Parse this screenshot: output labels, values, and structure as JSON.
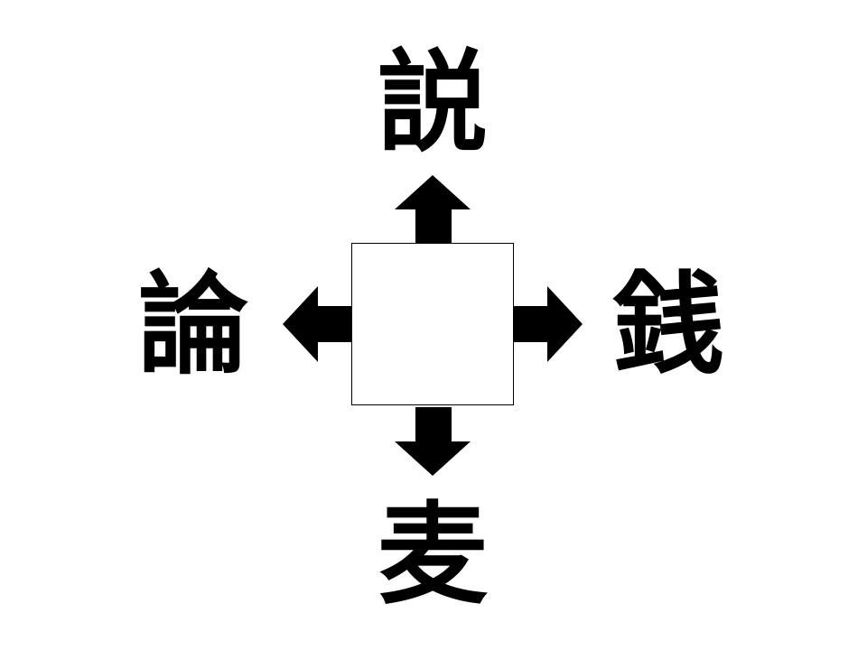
{
  "puzzle": {
    "top_kanji": "説",
    "left_kanji": "論",
    "right_kanji": "銭",
    "bottom_kanji": "麦",
    "answer": ""
  },
  "colors": {
    "ink": "#000000",
    "background": "#ffffff",
    "box_border": "#000000"
  },
  "icons": {
    "up": "arrow-up-icon",
    "down": "arrow-down-icon",
    "left": "arrow-left-icon",
    "right": "arrow-right-icon"
  }
}
